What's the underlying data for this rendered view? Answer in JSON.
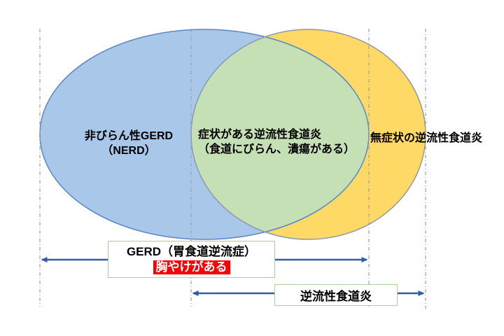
{
  "diagram": {
    "venn": {
      "left_region": {
        "line1": "非びらん性GERD",
        "line2": "（NERD）"
      },
      "overlap_region": {
        "line1": "症状がある逆流性食道炎",
        "line2": "（食道にびらん、潰瘍がある）"
      },
      "right_region": {
        "label": "無症状の逆流性食道炎"
      }
    },
    "gerd_box": {
      "line1": "GERD（胃食道逆流症）",
      "highlight": "胸やけがある"
    },
    "reflux_box": {
      "label": "逆流性食道炎"
    },
    "colors": {
      "blue_fill": "#A9C7E8",
      "blue_stroke": "#5B87C5",
      "yellow_fill": "#FFD965",
      "yellow_stroke": "#8E99A8",
      "green_fill": "#C5E0B4",
      "arrow_blue": "#2E5EAC",
      "box_border_green": "#AFCBA0",
      "highlight_red": "#FB0000",
      "guide_gray": "#A0A0A0"
    }
  }
}
